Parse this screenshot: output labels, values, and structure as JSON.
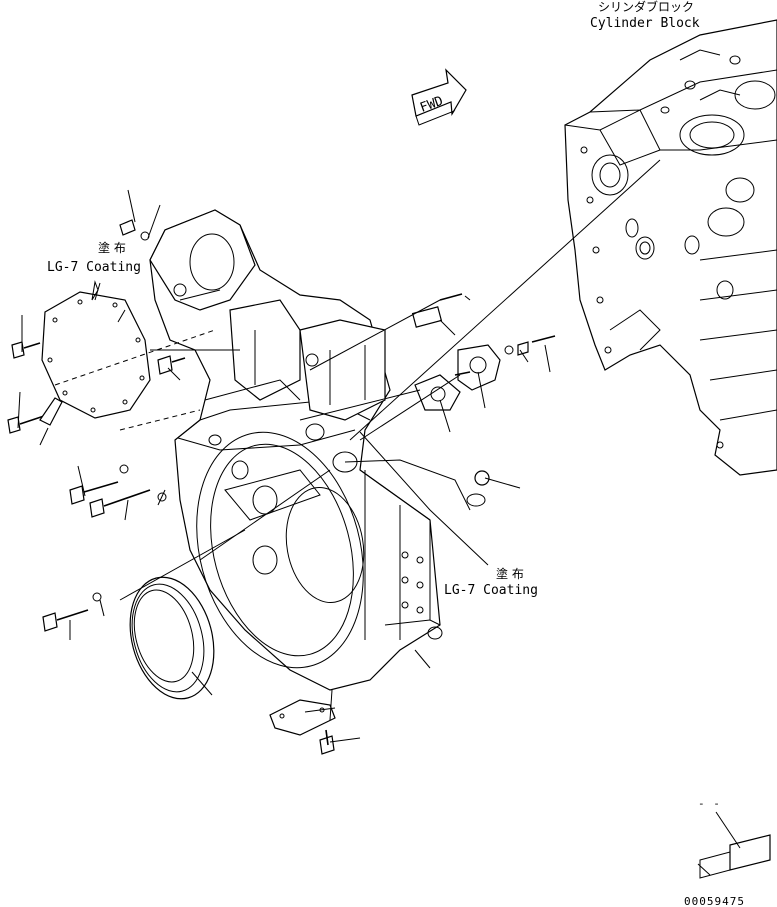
{
  "labels": {
    "cylinder_block_jp": "シリンダブロック",
    "cylinder_block_en": "Cylinder Block",
    "fwd": "FWD",
    "coating1_jp": "塗 布",
    "coating1_en": "LG-7 Coating",
    "coating2_jp": "塗 布",
    "coating2_en": "LG-7 Coating",
    "drawing_number": "00059475",
    "tool_mark": "- -"
  }
}
